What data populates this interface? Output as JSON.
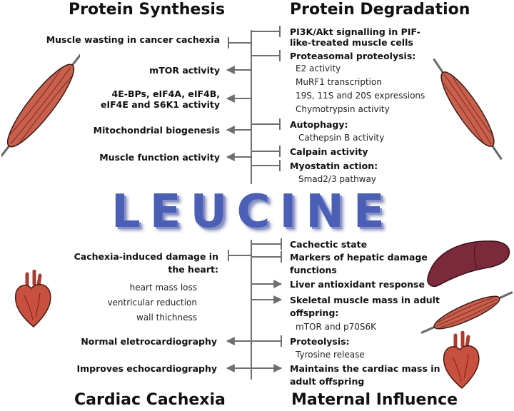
{
  "titles": {
    "top_left": "Protein Synthesis",
    "top_right": "Protein Degradation",
    "bottom_left": "Cardiac Cachexia",
    "bottom_right": "Maternal Influence",
    "center": "LEUCINE"
  },
  "protein_synthesis": {
    "item1": "Muscle wasting in cancer cachexia",
    "item2": "mTOR activity",
    "item3a": "4E-BPs, eIF4A, eIF4B,",
    "item3b": "eIF4E and S6K1 activity",
    "item4": "Mitochondrial biogenesis",
    "item5": "Muscle function activity"
  },
  "protein_degradation": {
    "item1a": "PI3K/Akt signalling in  PIF-",
    "item1b": "like-treated muscle cells",
    "item2": "Proteasomal proteolysis:",
    "item2_sub": [
      "E2 activity",
      "MuRF1 transcription",
      "19S, 11S and 20S expressions",
      "Chymotrypsin activity"
    ],
    "item3": "Autophagy:",
    "item3_sub": "Cathepsin B activity",
    "item4": "Calpain activity",
    "item5": "Myostatin action:",
    "item5_sub": "Smad2/3 pathway"
  },
  "cardiac_cachexia": {
    "item1a": "Cachexia-induced damage in",
    "item1b": "the heart:",
    "item1_sub": [
      "heart mass loss",
      "ventricular reduction",
      "wall thichness"
    ],
    "item2": "Normal eletrocardiography",
    "item3": "Improves echocardiography"
  },
  "maternal_influence": {
    "item1": "Cachectic state",
    "item2a": "Markers of hepatic damage",
    "item2b": "functions",
    "item3": "Liver antioxidant response",
    "item4a": "Skeletal muscle mass in adult",
    "item4b": "offspring:",
    "item4_sub": "mTOR and p70S6K",
    "item5": "Proteolysis:",
    "item5_sub": "Tyrosine release",
    "item6a": "Maintains the cardiac mass in",
    "item6b": "adult offspring"
  },
  "icons": {
    "muscle_left": "muscle-fiber-icon",
    "muscle_right": "muscle-fiber-icon",
    "heart_left": "heart-icon",
    "liver": "liver-icon",
    "muscle_bottom": "muscle-fiber-icon",
    "heart_bottom": "heart-icon"
  },
  "colors": {
    "line": "#6e6e6e",
    "leucine": "#4a5fb5",
    "muscle": "#c8604d",
    "liver": "#7a2a3a",
    "heart": "#c04a3a"
  }
}
